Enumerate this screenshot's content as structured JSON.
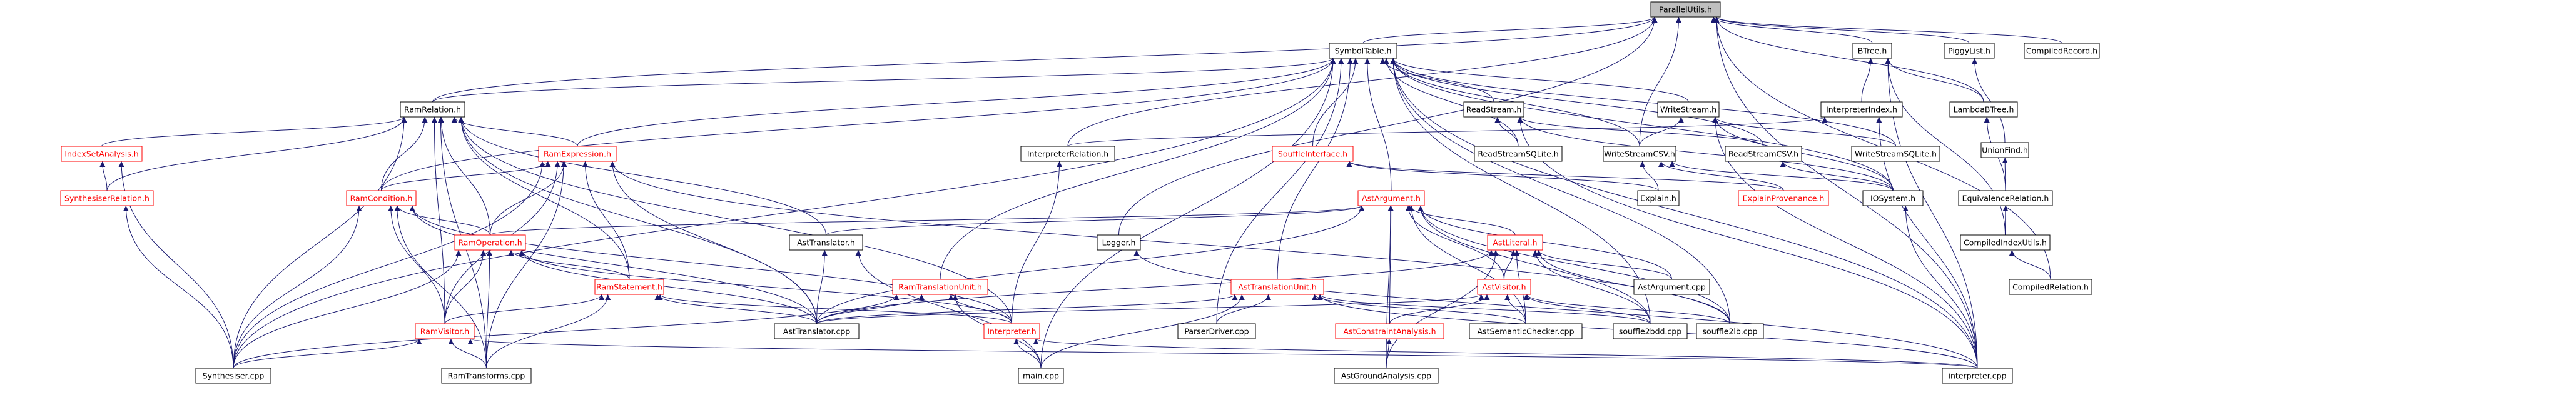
{
  "diagram": {
    "colors": {
      "root_fill": "#bfbfbf",
      "edge": "#191970",
      "red_text": "#ff0000",
      "border": "#000000"
    },
    "nodes": [
      {
        "id": "ParallelUtils",
        "label": "ParallelUtils.h",
        "style": "gray"
      },
      {
        "id": "SymbolTable",
        "label": "SymbolTable.h",
        "style": "plain"
      },
      {
        "id": "BTree",
        "label": "BTree.h",
        "style": "plain"
      },
      {
        "id": "PiggyList",
        "label": "PiggyList.h",
        "style": "plain"
      },
      {
        "id": "CompiledRecord",
        "label": "CompiledRecord.h",
        "style": "plain"
      },
      {
        "id": "RamRelation",
        "label": "RamRelation.h",
        "style": "plain"
      },
      {
        "id": "ReadStream",
        "label": "ReadStream.h",
        "style": "plain"
      },
      {
        "id": "WriteStream",
        "label": "WriteStream.h",
        "style": "plain"
      },
      {
        "id": "InterpreterIndex",
        "label": "InterpreterIndex.h",
        "style": "plain"
      },
      {
        "id": "LambdaBTree",
        "label": "LambdaBTree.h",
        "style": "plain"
      },
      {
        "id": "IndexSetAnalysis",
        "label": "IndexSetAnalysis.h",
        "style": "red"
      },
      {
        "id": "RamExpression",
        "label": "RamExpression.h",
        "style": "red"
      },
      {
        "id": "InterpreterRelation",
        "label": "InterpreterRelation.h",
        "style": "plain"
      },
      {
        "id": "SouffleInterface",
        "label": "SouffleInterface.h",
        "style": "red"
      },
      {
        "id": "ReadStreamSQLite",
        "label": "ReadStreamSQLite.h",
        "style": "plain"
      },
      {
        "id": "ReadStreamCSV",
        "label": "ReadStreamCSV.h",
        "style": "plain"
      },
      {
        "id": "WriteStreamSQLite",
        "label": "WriteStreamSQLite.h",
        "style": "plain"
      },
      {
        "id": "WriteStreamCSV",
        "label": "WriteStreamCSV.h",
        "style": "plain"
      },
      {
        "id": "UnionFind",
        "label": "UnionFind.h",
        "style": "plain"
      },
      {
        "id": "SynthesiserRelation",
        "label": "SynthesiserRelation.h",
        "style": "red"
      },
      {
        "id": "RamCondition",
        "label": "RamCondition.h",
        "style": "red"
      },
      {
        "id": "Explain",
        "label": "Explain.h",
        "style": "plain"
      },
      {
        "id": "ExplainProvenance",
        "label": "ExplainProvenance.h",
        "style": "red"
      },
      {
        "id": "IOSystem",
        "label": "IOSystem.h",
        "style": "plain"
      },
      {
        "id": "EquivalenceRelation",
        "label": "EquivalenceRelation.h",
        "style": "plain"
      },
      {
        "id": "AstArgument",
        "label": "AstArgument.h",
        "style": "red"
      },
      {
        "id": "RamOperation",
        "label": "RamOperation.h",
        "style": "red"
      },
      {
        "id": "AstTranslatorH",
        "label": "AstTranslator.h",
        "style": "plain"
      },
      {
        "id": "Logger",
        "label": "Logger.h",
        "style": "plain"
      },
      {
        "id": "AstLiteral",
        "label": "AstLiteral.h",
        "style": "red"
      },
      {
        "id": "CompiledIndexUtils",
        "label": "CompiledIndexUtils.h",
        "style": "plain"
      },
      {
        "id": "RamStatement",
        "label": "RamStatement.h",
        "style": "red"
      },
      {
        "id": "RamTranslationUnit",
        "label": "RamTranslationUnit.h",
        "style": "red"
      },
      {
        "id": "AstTranslationUnit",
        "label": "AstTranslationUnit.h",
        "style": "red"
      },
      {
        "id": "AstVisitor",
        "label": "AstVisitor.h",
        "style": "red"
      },
      {
        "id": "AstArgumentCpp",
        "label": "AstArgument.cpp",
        "style": "plain"
      },
      {
        "id": "CompiledRelation",
        "label": "CompiledRelation.h",
        "style": "plain"
      },
      {
        "id": "RamVisitor",
        "label": "RamVisitor.h",
        "style": "red"
      },
      {
        "id": "Interpreter",
        "label": "Interpreter.h",
        "style": "red"
      },
      {
        "id": "AstTranslatorCpp",
        "label": "AstTranslator.cpp",
        "style": "plain"
      },
      {
        "id": "ParserDriver",
        "label": "ParserDriver.cpp",
        "style": "plain"
      },
      {
        "id": "AstConstraintAnalysis",
        "label": "AstConstraintAnalysis.h",
        "style": "red"
      },
      {
        "id": "AstSemanticChecker",
        "label": "AstSemanticChecker.cpp",
        "style": "plain"
      },
      {
        "id": "souffle2bdd",
        "label": "souffle2bdd.cpp",
        "style": "plain"
      },
      {
        "id": "souffle2lb",
        "label": "souffle2lb.cpp",
        "style": "plain"
      },
      {
        "id": "Synthesiser",
        "label": "Synthesiser.cpp",
        "style": "plain"
      },
      {
        "id": "RamTransforms",
        "label": "RamTransforms.cpp",
        "style": "plain"
      },
      {
        "id": "main",
        "label": "main.cpp",
        "style": "plain"
      },
      {
        "id": "AstGroundAnalysis",
        "label": "AstGroundAnalysis.cpp",
        "style": "plain"
      },
      {
        "id": "interpreterCpp",
        "label": "interpreter.cpp",
        "style": "plain"
      }
    ],
    "edges": [
      [
        "ParallelUtils",
        "SymbolTable"
      ],
      [
        "ParallelUtils",
        "BTree"
      ],
      [
        "ParallelUtils",
        "PiggyList"
      ],
      [
        "ParallelUtils",
        "CompiledRecord"
      ],
      [
        "ParallelUtils",
        "RamRelation"
      ],
      [
        "ParallelUtils",
        "LambdaBTree"
      ],
      [
        "ParallelUtils",
        "CompiledRelation"
      ],
      [
        "ParallelUtils",
        "interpreterCpp"
      ],
      [
        "ParallelUtils",
        "InterpreterRelation"
      ],
      [
        "ParallelUtils",
        "Logger"
      ],
      [
        "ParallelUtils",
        "WriteStreamCSV"
      ],
      [
        "SymbolTable",
        "RamRelation"
      ],
      [
        "SymbolTable",
        "ReadStream"
      ],
      [
        "SymbolTable",
        "WriteStream"
      ],
      [
        "SymbolTable",
        "RamExpression"
      ],
      [
        "SymbolTable",
        "SouffleInterface"
      ],
      [
        "SymbolTable",
        "ReadStreamSQLite"
      ],
      [
        "SymbolTable",
        "ReadStreamCSV"
      ],
      [
        "SymbolTable",
        "WriteStreamSQLite"
      ],
      [
        "SymbolTable",
        "WriteStreamCSV"
      ],
      [
        "SymbolTable",
        "IOSystem"
      ],
      [
        "SymbolTable",
        "AstArgument"
      ],
      [
        "SymbolTable",
        "RamCondition"
      ],
      [
        "SymbolTable",
        "RamTranslationUnit"
      ],
      [
        "SymbolTable",
        "AstTranslationUnit"
      ],
      [
        "SymbolTable",
        "ParserDriver"
      ],
      [
        "SymbolTable",
        "main"
      ],
      [
        "SymbolTable",
        "Synthesiser"
      ],
      [
        "SymbolTable",
        "souffle2bdd"
      ],
      [
        "SymbolTable",
        "souffle2lb"
      ],
      [
        "SymbolTable",
        "interpreterCpp"
      ],
      [
        "BTree",
        "InterpreterIndex"
      ],
      [
        "BTree",
        "LambdaBTree"
      ],
      [
        "BTree",
        "CompiledIndexUtils"
      ],
      [
        "BTree",
        "interpreterCpp"
      ],
      [
        "PiggyList",
        "UnionFind"
      ],
      [
        "LambdaBTree",
        "EquivalenceRelation"
      ],
      [
        "UnionFind",
        "EquivalenceRelation"
      ],
      [
        "EquivalenceRelation",
        "CompiledIndexUtils"
      ],
      [
        "CompiledIndexUtils",
        "CompiledRelation"
      ],
      [
        "InterpreterIndex",
        "InterpreterRelation"
      ],
      [
        "InterpreterIndex",
        "interpreterCpp"
      ],
      [
        "ReadStream",
        "ReadStreamSQLite"
      ],
      [
        "ReadStream",
        "ReadStreamCSV"
      ],
      [
        "ReadStream",
        "IOSystem"
      ],
      [
        "ReadStream",
        "interpreterCpp"
      ],
      [
        "WriteStream",
        "WriteStreamSQLite"
      ],
      [
        "WriteStream",
        "WriteStreamCSV"
      ],
      [
        "WriteStream",
        "IOSystem"
      ],
      [
        "WriteStream",
        "interpreterCpp"
      ],
      [
        "ReadStreamCSV",
        "IOSystem"
      ],
      [
        "WriteStreamCSV",
        "IOSystem"
      ],
      [
        "WriteStreamCSV",
        "Explain"
      ],
      [
        "WriteStreamCSV",
        "ExplainProvenance"
      ],
      [
        "SouffleInterface",
        "Explain"
      ],
      [
        "SouffleInterface",
        "ExplainProvenance"
      ],
      [
        "IOSystem",
        "interpreterCpp"
      ],
      [
        "InterpreterRelation",
        "Interpreter"
      ],
      [
        "RamRelation",
        "IndexSetAnalysis"
      ],
      [
        "RamRelation",
        "SynthesiserRelation"
      ],
      [
        "RamRelation",
        "RamExpression"
      ],
      [
        "RamRelation",
        "RamCondition"
      ],
      [
        "RamRelation",
        "RamOperation"
      ],
      [
        "RamRelation",
        "RamStatement"
      ],
      [
        "RamRelation",
        "RamVisitor"
      ],
      [
        "RamRelation",
        "AstTranslatorH"
      ],
      [
        "RamRelation",
        "AstTranslatorCpp"
      ],
      [
        "RamRelation",
        "Interpreter"
      ],
      [
        "RamRelation",
        "Synthesiser"
      ],
      [
        "RamRelation",
        "RamTransforms"
      ],
      [
        "IndexSetAnalysis",
        "SynthesiserRelation"
      ],
      [
        "IndexSetAnalysis",
        "Synthesiser"
      ],
      [
        "SynthesiserRelation",
        "Synthesiser"
      ],
      [
        "RamExpression",
        "RamCondition"
      ],
      [
        "RamExpression",
        "RamOperation"
      ],
      [
        "RamExpression",
        "RamStatement"
      ],
      [
        "RamExpression",
        "RamVisitor"
      ],
      [
        "RamExpression",
        "AstTranslatorCpp"
      ],
      [
        "RamExpression",
        "Synthesiser"
      ],
      [
        "RamExpression",
        "RamTransforms"
      ],
      [
        "RamExpression",
        "souffle2lb"
      ],
      [
        "RamCondition",
        "RamOperation"
      ],
      [
        "RamCondition",
        "RamVisitor"
      ],
      [
        "RamCondition",
        "AstTranslatorCpp"
      ],
      [
        "RamCondition",
        "Synthesiser"
      ],
      [
        "RamCondition",
        "RamTransforms"
      ],
      [
        "RamCondition",
        "Interpreter"
      ],
      [
        "RamOperation",
        "RamStatement"
      ],
      [
        "RamOperation",
        "RamVisitor"
      ],
      [
        "RamOperation",
        "AstTranslatorCpp"
      ],
      [
        "RamOperation",
        "Synthesiser"
      ],
      [
        "RamOperation",
        "RamTransforms"
      ],
      [
        "RamOperation",
        "Interpreter"
      ],
      [
        "RamStatement",
        "RamVisitor"
      ],
      [
        "RamStatement",
        "AstTranslatorCpp"
      ],
      [
        "RamStatement",
        "RamTransforms"
      ],
      [
        "RamStatement",
        "Interpreter"
      ],
      [
        "RamVisitor",
        "Synthesiser"
      ],
      [
        "RamVisitor",
        "RamTransforms"
      ],
      [
        "RamVisitor",
        "interpreterCpp"
      ],
      [
        "AstTranslatorH",
        "AstTranslatorCpp"
      ],
      [
        "AstTranslatorH",
        "main"
      ],
      [
        "RamTranslationUnit",
        "AstTranslatorCpp"
      ],
      [
        "RamTranslationUnit",
        "Interpreter"
      ],
      [
        "RamTranslationUnit",
        "main"
      ],
      [
        "RamTranslationUnit",
        "Synthesiser"
      ],
      [
        "Logger",
        "interpreterCpp"
      ],
      [
        "Interpreter",
        "main"
      ],
      [
        "Interpreter",
        "interpreterCpp"
      ],
      [
        "AstArgument",
        "AstTranslatorH"
      ],
      [
        "AstArgument",
        "AstLiteral"
      ],
      [
        "AstArgument",
        "AstVisitor"
      ],
      [
        "AstArgument",
        "AstArgumentCpp"
      ],
      [
        "AstArgument",
        "AstTranslatorCpp"
      ],
      [
        "AstArgument",
        "AstConstraintAnalysis"
      ],
      [
        "AstArgument",
        "AstSemanticChecker"
      ],
      [
        "AstArgument",
        "souffle2bdd"
      ],
      [
        "AstArgument",
        "souffle2lb"
      ],
      [
        "AstArgument",
        "AstGroundAnalysis"
      ],
      [
        "AstArgument",
        "RamOperation"
      ],
      [
        "AstLiteral",
        "AstVisitor"
      ],
      [
        "AstLiteral",
        "AstArgumentCpp"
      ],
      [
        "AstLiteral",
        "AstTranslatorCpp"
      ],
      [
        "AstLiteral",
        "AstSemanticChecker"
      ],
      [
        "AstLiteral",
        "souffle2bdd"
      ],
      [
        "AstLiteral",
        "souffle2lb"
      ],
      [
        "AstLiteral",
        "AstGroundAnalysis"
      ],
      [
        "AstVisitor",
        "AstConstraintAnalysis"
      ],
      [
        "AstVisitor",
        "AstSemanticChecker"
      ],
      [
        "AstVisitor",
        "souffle2bdd"
      ],
      [
        "AstVisitor",
        "souffle2lb"
      ],
      [
        "AstVisitor",
        "AstTranslatorCpp"
      ],
      [
        "AstConstraintAnalysis",
        "AstGroundAnalysis"
      ],
      [
        "AstTranslationUnit",
        "AstTranslatorCpp"
      ],
      [
        "AstTranslationUnit",
        "ParserDriver"
      ],
      [
        "AstTranslationUnit",
        "main"
      ],
      [
        "AstTranslationUnit",
        "AstSemanticChecker"
      ],
      [
        "AstTranslationUnit",
        "souffle2bdd"
      ],
      [
        "AstTranslationUnit",
        "interpreterCpp"
      ]
    ]
  }
}
